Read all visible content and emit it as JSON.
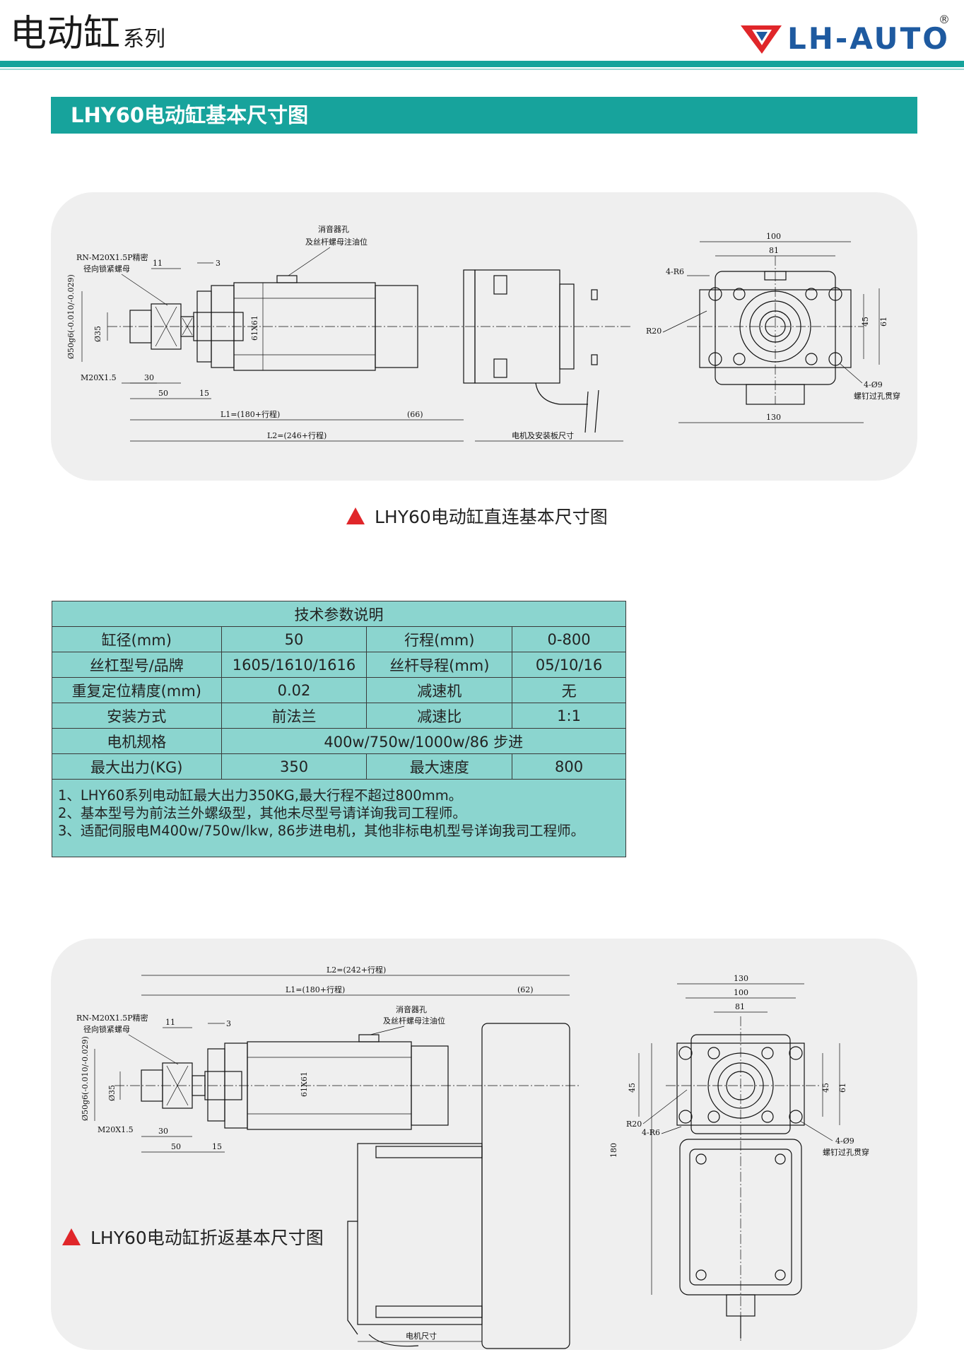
{
  "header": {
    "title": "电动缸",
    "subtitle": "系列",
    "brand": "LH-AUTO",
    "registered_mark": "®"
  },
  "section": {
    "title": "LHY60电动缸基本尺寸图"
  },
  "drawing1": {
    "caption": "LHY60电动缸直连基本尺寸图",
    "labels": {
      "nut": "RN-M20X1.5P精密",
      "nut2": "径向锁紧螺母",
      "muffler": "消音器孔",
      "muffler2": "及丝杆螺母注油位",
      "d11": "11",
      "d3": "3",
      "phi50": "Ø50g6(-0.010/-0.029)",
      "phi35": "Ø35",
      "m20": "M20X1.5",
      "d30": "30",
      "d50": "50",
      "d15": "15",
      "sq61": "61X61",
      "l1": "L1=(180+行程)",
      "d66": "(66)",
      "l2": "L2=(246+行程)",
      "motor": "电机及安装板尺寸",
      "d100": "100",
      "d81": "81",
      "r6": "4-R6",
      "r20": "R20",
      "d45": "45",
      "d61": "61",
      "hole": "4-Ø9",
      "hole2": "螺钉过孔贯穿",
      "d130": "130"
    }
  },
  "table": {
    "title": "技术参数说明",
    "rows": [
      [
        "缸径(mm)",
        "50",
        "行程(mm)",
        "0-800"
      ],
      [
        "丝杠型号/品牌",
        "1605/1610/1616",
        "丝杆导程(mm)",
        "05/10/16"
      ],
      [
        "重复定位精度(mm)",
        "0.02",
        "减速机",
        "无"
      ],
      [
        "安装方式",
        "前法兰",
        "减速比",
        "1:1"
      ]
    ],
    "motor_label": "电机规格",
    "motor_value": "400w/750w/1000w/86 步进",
    "last_row": [
      "最大出力(KG)",
      "350",
      "最大速度",
      "800"
    ],
    "notes": [
      "1、LHY60系列电动缸最大出力350KG,最大行程不超过800mm。",
      "2、基本型号为前法兰外螺级型，其他未尽型号请详询我司工程师。",
      "3、适配伺服电M400w/750w/lkw, 86步进电机，其他非标电机型号详询我司工程师。"
    ]
  },
  "drawing2": {
    "caption": "LHY60电动缸折返基本尺寸图",
    "labels": {
      "l2": "L2=(242+行程)",
      "l1": "L1=(180+行程)",
      "d62": "(62)",
      "nut": "RN-M20X1.5P精密",
      "nut2": "径向锁紧螺母",
      "muffler": "消音器孔",
      "muffler2": "及丝杆螺母注油位",
      "d11": "11",
      "d3": "3",
      "phi50": "Ø50g6(-0.010/-0.029)",
      "phi35": "Ø35",
      "sq61": "61X61",
      "m20": "M20X1.5",
      "d30": "30",
      "d50": "50",
      "d15": "15",
      "motor": "电机尺寸",
      "d130": "130",
      "d100": "100",
      "d81": "81",
      "d45a": "45",
      "r20": "R20",
      "d45b": "45",
      "d61": "61",
      "r6": "4-R6",
      "hole": "4-Ø9",
      "hole2": "螺钉过孔贯穿",
      "d180": "180"
    }
  }
}
